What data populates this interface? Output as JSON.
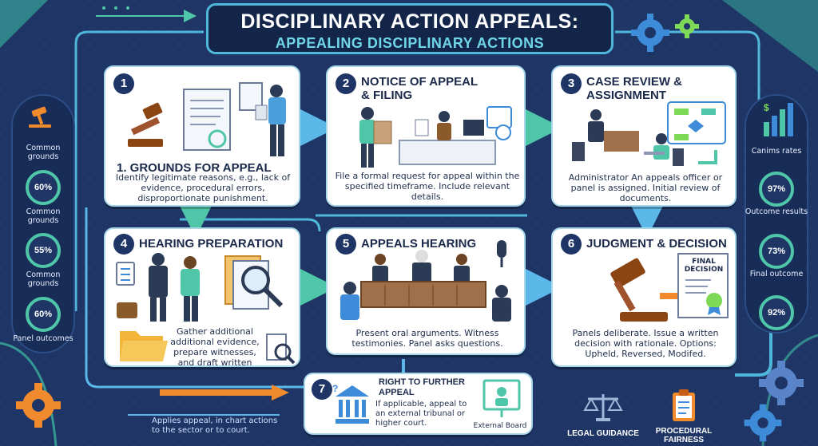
{
  "title": {
    "main": "DISCIPLINARY ACTION APPEALS:",
    "sub": "APPEALING DISCIPLINARY ACTIONS"
  },
  "steps": [
    {
      "num": "1",
      "title": "1. GROUNDS FOR APPEAL",
      "desc": "Identify legitimate reasons, e.g., lack of evidence, procedural errors, disproportionate punishment."
    },
    {
      "num": "2",
      "title": "NOTICE OF APPEAL & FILING",
      "desc": "File a formal request for appeal within the specified timeframe. Include relevant details."
    },
    {
      "num": "3",
      "title": "CASE REVIEW & ASSIGNMENT",
      "desc": "Administrator An appeals officer or panel is assigned. Initial review of documents."
    },
    {
      "num": "4",
      "title": "HEARING PREPARATION",
      "desc": "Gather additional additional evidence, prepare witnesses, and draft written arguments."
    },
    {
      "num": "5",
      "title": "APPEALS HEARING",
      "desc": "Present oral arguments. Witness testimonies. Panel asks questions."
    },
    {
      "num": "6",
      "title": "JUDGMENT & DECISION",
      "desc": "Panels deliberate. Issue a written decision with rationale. Options: Upheld, Reversed, Modifed."
    },
    {
      "num": "7",
      "title": "RIGHT TO FURTHER APPEAL",
      "desc": "If applicable, appeal to an external tribunal or higher court.",
      "extra": "External Board"
    }
  ],
  "final_decision_label": "FINAL DECISION",
  "left_stats": [
    {
      "value": "",
      "label": "Common grounds"
    },
    {
      "value": "60%",
      "label": "Common grounds"
    },
    {
      "value": "55%",
      "label": "Common grounds"
    },
    {
      "value": "60%",
      "label": "Panel outcomes"
    }
  ],
  "right_stats": [
    {
      "value": "",
      "label": "Canims rates"
    },
    {
      "value": "97%",
      "label": "Outcome results"
    },
    {
      "value": "73%",
      "label": "Final outcome"
    },
    {
      "value": "92%",
      "label": ""
    }
  ],
  "footer_left": "Applies appeal, in chart actions to the sector or to court.",
  "bottom_labels": {
    "legal": "LEGAL GUIDANCE",
    "fairness": "PROCEDURAL FAIRNESS"
  },
  "colors": {
    "bg": "#1e3566",
    "accent": "#4fb7d9",
    "green": "#4fc6a8",
    "orange": "#f08a2c"
  }
}
